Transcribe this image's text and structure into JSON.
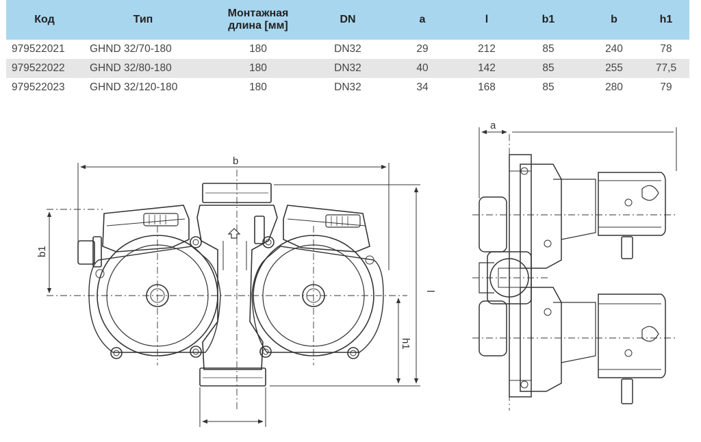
{
  "table": {
    "headers": [
      "Код",
      "Тип",
      "Монтажная длина [мм]",
      "DN",
      "a",
      "l",
      "b1",
      "b",
      "h1"
    ],
    "rows": [
      [
        "979522021",
        "GHND 32/70-180",
        "180",
        "DN32",
        "29",
        "212",
        "85",
        "240",
        "78"
      ],
      [
        "979522022",
        "GHND 32/80-180",
        "180",
        "DN32",
        "40",
        "142",
        "85",
        "255",
        "77,5"
      ],
      [
        "979522023",
        "GHND 32/120-180",
        "180",
        "DN32",
        "34",
        "168",
        "85",
        "280",
        "79"
      ]
    ]
  },
  "drawing": {
    "front_labels": {
      "b": "b",
      "b1": "b1",
      "l": "l",
      "h1": "h1"
    },
    "side_labels": {
      "a": "a"
    }
  },
  "colors": {
    "header_bg": "#a9d6ef",
    "row_shade": "#e6e6e6",
    "line": "#333333"
  }
}
